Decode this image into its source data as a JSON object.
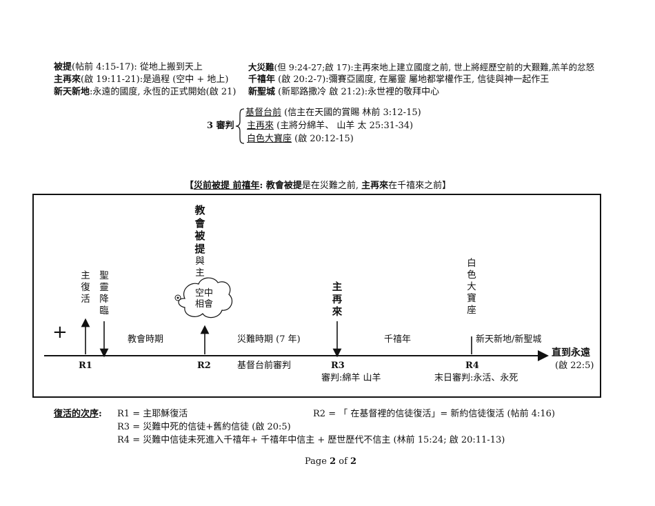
{
  "definitions": {
    "rapture_term": "被提",
    "rapture_desc": "(帖前 4:15-17): 從地上搬到天上",
    "second_coming_term": "主再來",
    "second_coming_desc": "(啟 19:11-21):是過程 (空中 + 地上)",
    "new_earth_term": "新天新地",
    "new_earth_desc": ":永遠的國度, 永恆的正式開始(啟 21)",
    "tribulation_term": "大災難",
    "tribulation_desc": "(但 9:24-27;啟 17):主再來地上建立國度之前, 世上將經歷空前的大艱難,羔羊的忿怒",
    "millennium_term": "千禧年",
    "millennium_desc": " (啟 20:2-7):彌賽亞國度, 在屬靈 屬地都掌權作王, 信徒與神一起作王",
    "new_jerusalem_term": "新聖城",
    "new_jerusalem_desc": " (新耶路撒冷 啟 21:2):永世裡的敬拜中心"
  },
  "judgments": {
    "label": "3 審判",
    "items": [
      {
        "term": "基督台前",
        "desc": " (信主在天國的賞賜 林前 3:12-15)"
      },
      {
        "term": "主再來",
        "desc": " (主將分綿羊、 山羊  太 25:31-34)"
      },
      {
        "term": "白色大寶座",
        "desc": " (啟 20:12-15)"
      }
    ]
  },
  "diagram": {
    "title_open": "【",
    "title_a": "災前被提 前禧年",
    "title_b": ": 教會被提",
    "title_c": "是在災難之前, ",
    "title_d": "主再來",
    "title_e": "在千禧來之前】",
    "cross": "+",
    "v_resurrection": "主復活",
    "v_spirit": "聖靈降臨",
    "v_rapture": "教會被提",
    "v_rapture_tail": "與主",
    "cloud_text_1": "空中",
    "cloud_text_2": "相會",
    "v_second_coming": "主再來",
    "v_throne": "白色大寶座",
    "period_church": "教會時期",
    "period_tribulation": "災難時期 (7 年)",
    "period_millennium": "千禧年",
    "period_new_earth": "新天新地/新聖城",
    "forever": "直到永遠",
    "forever_ref": "(啟 22:5)",
    "r1": "R1",
    "r2": "R2",
    "r3": "R3",
    "r4": "R4",
    "bema": "基督台前審判",
    "r3_judgment": "審判:綿羊 山羊",
    "r4_judgment": "末日審判:永活、永死"
  },
  "resurrection_order": {
    "heading": "復活的次序",
    "colon": ":",
    "r1": "R1 = 主耶穌復活",
    "r2": "R2 = 「 在基督裡的信徒復活」= 新約信徒復活 (帖前 4:16)",
    "r3": "R3 = 災難中死的信徒+舊約信徒 (啟 20:5)",
    "r4": "R4 =  災難中信徒未死進入千禧年+ 千禧年中信主 + 歷世歷代不信主 (林前 15:24; 啟 20:11-13)"
  },
  "footer": {
    "page_prefix": "Page ",
    "page_num": "2",
    "of": " of ",
    "page_total": "2"
  }
}
